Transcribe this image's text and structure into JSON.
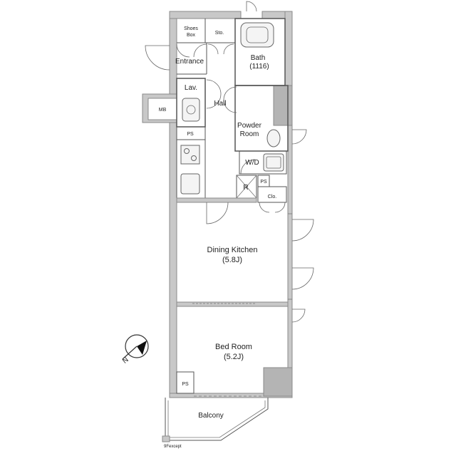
{
  "rooms": {
    "shoes_box_line1": "Shoes",
    "shoes_box_line2": "Box",
    "storage": "Sto.",
    "bath": "Bath",
    "bath_size": "(1116)",
    "entrance": "Entrance",
    "lavatory": "Lav.",
    "hall": "Hall",
    "meter_box": "MB",
    "ps_lav": "PS",
    "powder_room_line1": "Powder",
    "powder_room_line2": "Room",
    "washer_dryer": "W/D",
    "refrigerator": "R",
    "ps_small": "PS",
    "closet": "Clo.",
    "dining_kitchen": "Dining Kitchen",
    "dining_kitchen_size": "(5.8J)",
    "bed_room": "Bed Room",
    "bed_room_size": "(5.2J)",
    "ps_bed": "PS",
    "balcony": "Balcony",
    "footnote": "9Fexcept"
  },
  "icons": {
    "compass": "north-compass-icon",
    "north_letter": "N"
  }
}
